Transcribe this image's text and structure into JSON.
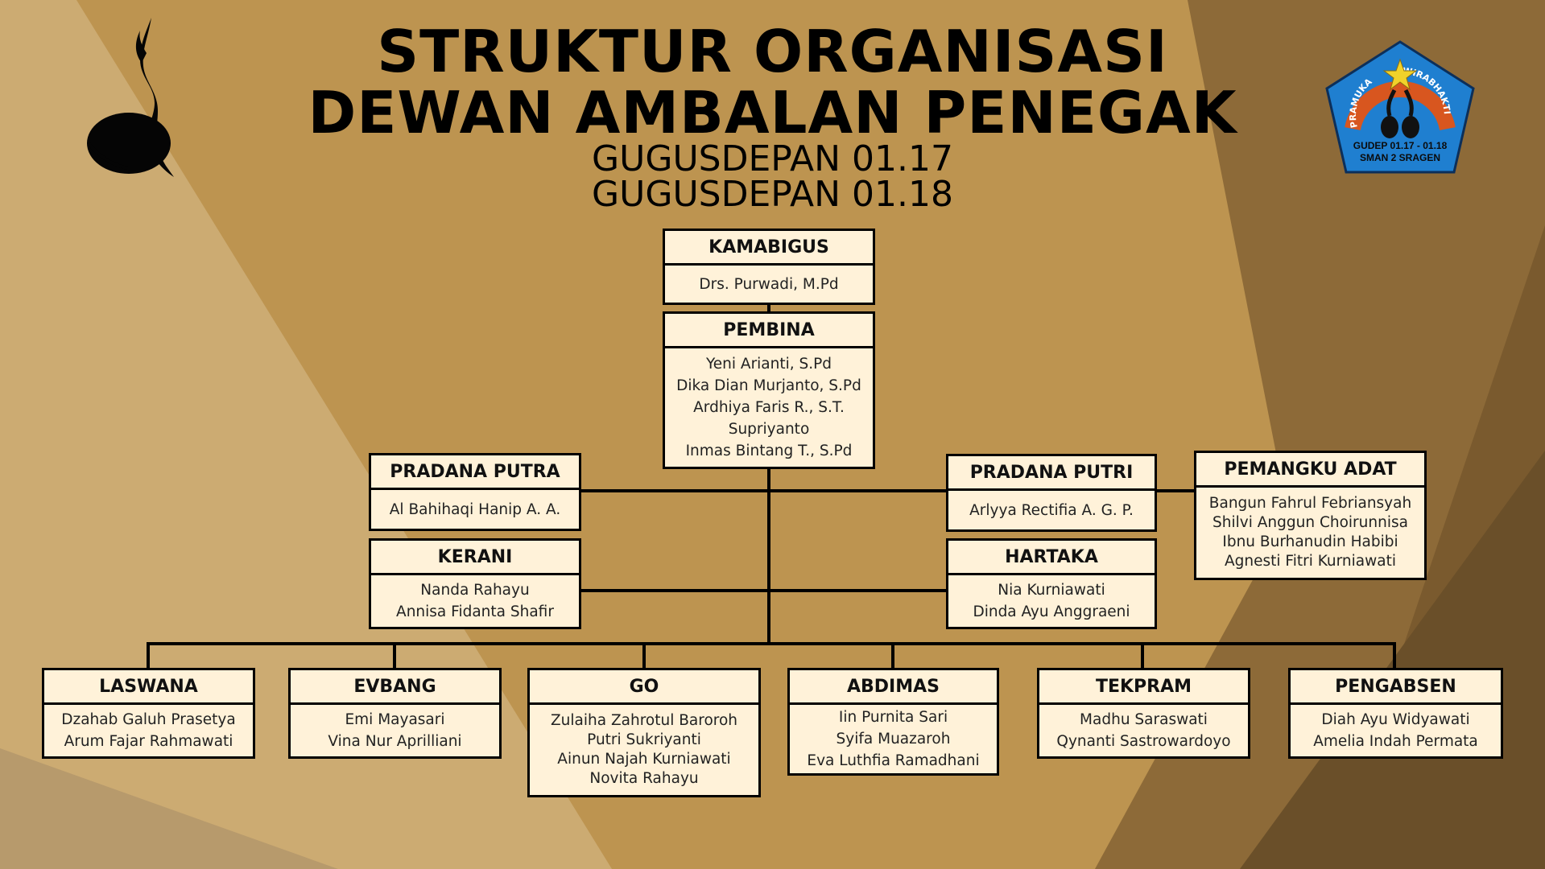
{
  "title": {
    "line1": "STRUKTUR ORGANISASI",
    "line2": "DEWAN AMBALAN PENEGAK",
    "line3": "GUGUSDEPAN 01.17",
    "line4": "GUGUSDEPAN 01.18"
  },
  "emblem": {
    "arc_left": "PRAMUKA",
    "arc_right": "WIRABHAKTI",
    "line1": "GUDEP 01.17 - 01.18",
    "line2": "SMAN 2 SRAGEN"
  },
  "colors": {
    "background": "#bd9450",
    "box_fill": "#fff2d9",
    "box_border": "#000000",
    "emblem_blue": "#1f7fd0",
    "emblem_ribbon": "#d8561f",
    "emblem_star": "#f1d22a"
  },
  "icons": {
    "logo_left": "tunas-kelapa-icon",
    "logo_right": "gudep-emblem-icon"
  },
  "boxes": {
    "kamabigus": {
      "title": "KAMABIGUS",
      "members": [
        "Drs. Purwadi, M.Pd"
      ]
    },
    "pembina": {
      "title": "PEMBINA",
      "members": [
        "Yeni Arianti, S.Pd",
        "Dika Dian Murjanto, S.Pd",
        "Ardhiya Faris R., S.T.",
        "Supriyanto",
        "Inmas Bintang T., S.Pd"
      ]
    },
    "pradana_putra": {
      "title": "PRADANA PUTRA",
      "members": [
        "Al Bahihaqi Hanip A. A."
      ]
    },
    "pradana_putri": {
      "title": "PRADANA PUTRI",
      "members": [
        "Arlyya Rectifia A. G. P."
      ]
    },
    "pemangku_adat": {
      "title": "PEMANGKU ADAT",
      "members": [
        "Bangun Fahrul Febriansyah",
        "Shilvi Anggun Choirunnisa",
        "Ibnu Burhanudin Habibi",
        "Agnesti Fitri Kurniawati"
      ]
    },
    "kerani": {
      "title": "KERANI",
      "members": [
        "Nanda Rahayu",
        "Annisa Fidanta Shafir"
      ]
    },
    "hartaka": {
      "title": "HARTAKA",
      "members": [
        "Nia Kurniawati",
        "Dinda Ayu Anggraeni"
      ]
    },
    "laswana": {
      "title": "LASWANA",
      "members": [
        "Dzahab Galuh Prasetya",
        "Arum Fajar Rahmawati"
      ]
    },
    "evbang": {
      "title": "EVBANG",
      "members": [
        "Emi Mayasari",
        "Vina Nur Aprilliani"
      ]
    },
    "go": {
      "title": "GO",
      "members": [
        "Zulaiha Zahrotul Baroroh",
        "Putri Sukriyanti",
        "Ainun Najah Kurniawati",
        "Novita Rahayu"
      ]
    },
    "abdimas": {
      "title": "ABDIMAS",
      "members": [
        "Iin Purnita Sari",
        "Syifa Muazaroh",
        "Eva Luthfia Ramadhani"
      ]
    },
    "tekpram": {
      "title": "TEKPRAM",
      "members": [
        "Madhu Saraswati",
        "Qynanti Sastrowardoyo"
      ]
    },
    "pengabsen": {
      "title": "PENGABSEN",
      "members": [
        "Diah Ayu Widyawati",
        "Amelia Indah Permata"
      ]
    }
  }
}
